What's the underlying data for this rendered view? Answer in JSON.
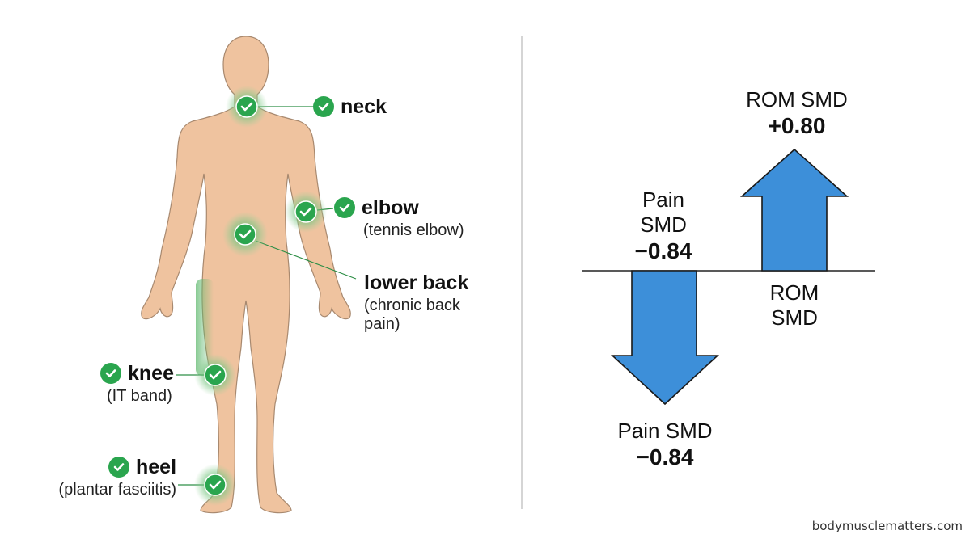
{
  "body_map": {
    "sites": [
      {
        "name": "neck",
        "title": "neck",
        "detail": ""
      },
      {
        "name": "elbow",
        "title": "elbow",
        "detail": "(tennis elbow)"
      },
      {
        "name": "lower-back",
        "title": "lower back",
        "detail": "(chronic back pain)"
      },
      {
        "name": "knee",
        "title": "knee",
        "detail": "(IT band)"
      },
      {
        "name": "heel",
        "title": "heel",
        "detail": "(plantar fasciitis)"
      }
    ],
    "colors": {
      "skin": "#efc39f",
      "skin_outline": "#a8896f",
      "marker": "#2aa54e",
      "glow": "#7cc785",
      "leader": "#2e8f47"
    },
    "marker_icon": "checkmark-icon"
  },
  "effects": {
    "pain": {
      "label": "Pain",
      "label2": "SMD",
      "value": "−0.84",
      "bottom_label": "Pain SMD",
      "bottom_value": "−0.84",
      "direction": "down",
      "smd": -0.84
    },
    "rom": {
      "label": "ROM SMD",
      "value": "+0.80",
      "lower_label": "ROM",
      "lower_label2": "SMD",
      "direction": "up",
      "smd": 0.8
    },
    "colors": {
      "arrow_fill": "#3d8fd9",
      "arrow_stroke": "#1a1a1a",
      "baseline": "#222222"
    }
  },
  "watermark": "bodymusclematters.com"
}
